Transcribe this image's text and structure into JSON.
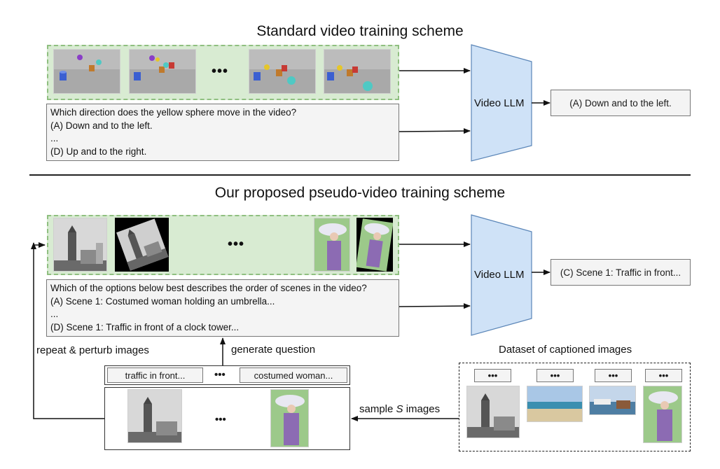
{
  "top": {
    "title": "Standard video training scheme",
    "ellipsis": "•••",
    "question_lines": [
      "Which direction does the yellow sphere move in the video?",
      "(A) Down and to the left.",
      "...",
      "(D) Up and to the right."
    ],
    "llm_label": "Video LLM",
    "answer": "(A) Down and to the left."
  },
  "bottom": {
    "title": "Our proposed pseudo-video training scheme",
    "ellipsis": "•••",
    "question_lines": [
      "Which of the options below best describes the order of scenes in the video?",
      "(A) Scene 1: Costumed woman holding an umbrella...",
      "...",
      "(D) Scene 1: Traffic in front of a clock tower..."
    ],
    "llm_label": "Video LLM",
    "answer": "(C) Scene 1: Traffic in front...",
    "repeat_label": "repeat & perturb images",
    "generate_label": "generate question",
    "captions": [
      "traffic in front...",
      "costumed woman..."
    ],
    "captions_ellipsis": "•••",
    "sampled_ellipsis": "•••",
    "sample_label_prefix": "sample ",
    "sample_label_var": "S",
    "sample_label_suffix": " images",
    "dataset_title": "Dataset of captioned images",
    "dataset_captions": [
      "•••",
      "•••",
      "•••",
      "•••"
    ]
  },
  "colors": {
    "green_fill": "#d8ebd2",
    "green_border": "#8fbf80",
    "llm_fill": "#cfe2f7",
    "llm_stroke": "#5b86b8"
  }
}
